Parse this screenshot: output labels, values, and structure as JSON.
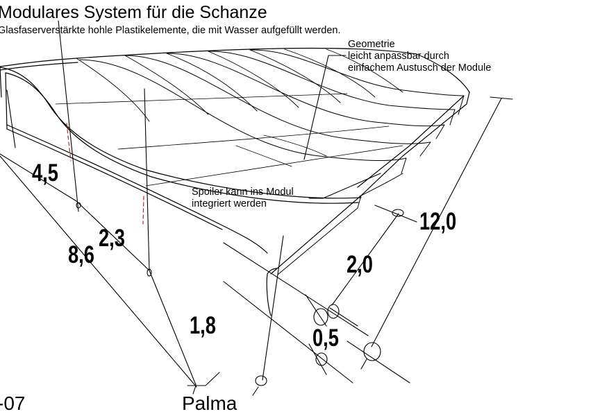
{
  "title": "Modulares System für die Schanze",
  "subtitle": "Glasfaserverstärkte hohle Plastikelemente, die mit Wasser aufgefüllt werden.",
  "notes": {
    "geometry": [
      "Geometrie",
      "leicht anpassbar durch",
      "einfachem Austusch der Module"
    ],
    "spoiler": [
      "Spoiler kann ins Modul",
      "integriert werden"
    ]
  },
  "dimensions": {
    "d45": "4,5",
    "d23": "2,3",
    "d86": "8,6",
    "d18": "1,8",
    "d05": "0,5",
    "d20": "2,0",
    "d120": "12,0"
  },
  "footer": {
    "left": "-07",
    "center": "Palma"
  },
  "colors": {
    "ink": "#000000",
    "hidden_edge": "#cc2222"
  }
}
